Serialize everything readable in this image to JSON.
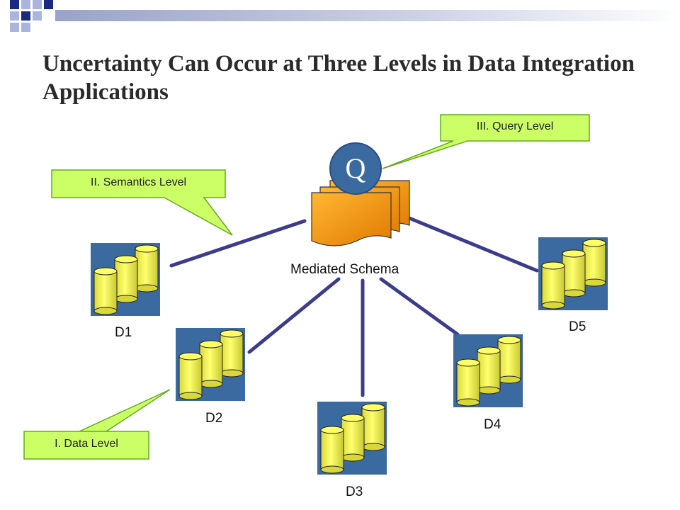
{
  "slide": {
    "title": "Uncertainty Can Occur at Three Levels in Data Integration Applications"
  },
  "diagram": {
    "center": {
      "label": "Mediated Schema",
      "query_symbol": "Q"
    },
    "sources": [
      {
        "id": "d1",
        "label": "D1"
      },
      {
        "id": "d2",
        "label": "D2"
      },
      {
        "id": "d3",
        "label": "D3"
      },
      {
        "id": "d4",
        "label": "D4"
      },
      {
        "id": "d5",
        "label": "D5"
      }
    ],
    "callouts": [
      {
        "id": "query",
        "label": "III. Query Level"
      },
      {
        "id": "semantics",
        "label": "II. Semantics Level"
      },
      {
        "id": "data",
        "label": "I. Data Level"
      }
    ]
  },
  "colors": {
    "title_text": "#2a2a2a",
    "callout_fill": "#ccff66",
    "callout_border": "#66aa22",
    "connector": "#3c3c8c",
    "db_background": "#3b6aa0",
    "cylinder_fill": "#ffff55",
    "schema_fill": "#ff9900",
    "query_circle": "#3b6aa0",
    "corner_dark": "#1a2a80",
    "corner_light": "#aab4dd"
  },
  "icons": [
    "database-stack-icon",
    "document-stack-icon",
    "query-circle-icon"
  ]
}
